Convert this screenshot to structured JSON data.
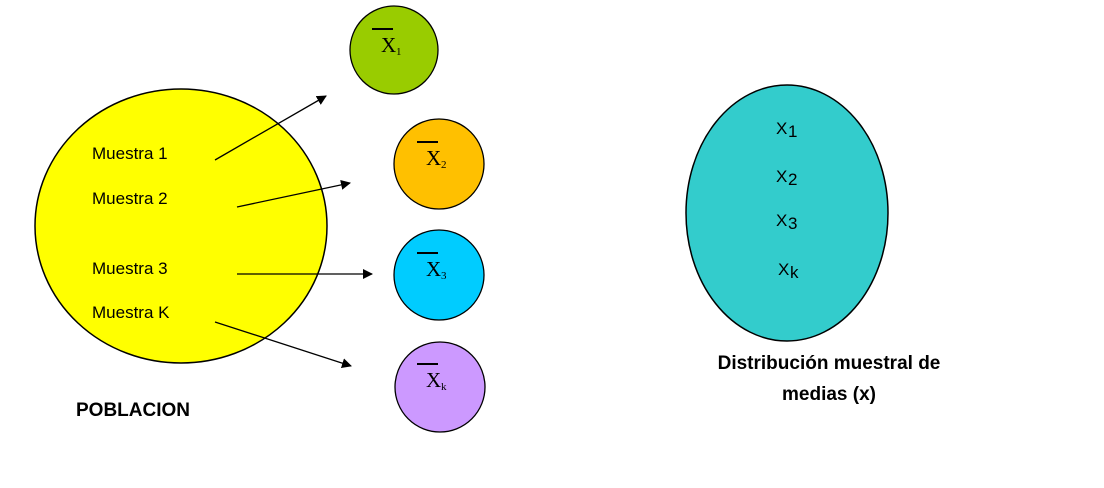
{
  "population": {
    "color": "#ffff00",
    "samples": [
      "Muestra 1",
      "Muestra 2",
      "Muestra 3",
      "Muestra K"
    ],
    "title": "POBLACION"
  },
  "sample_means": [
    {
      "symbol": "X",
      "subscript": "1",
      "color": "#99cc00"
    },
    {
      "symbol": "X",
      "subscript": "2",
      "color": "#ffc000"
    },
    {
      "symbol": "X",
      "subscript": "3",
      "color": "#00ccff"
    },
    {
      "symbol": "X",
      "subscript": "k",
      "color": "#cc99ff"
    }
  ],
  "distribution": {
    "color": "#33cccc",
    "items": [
      {
        "symbol": "X",
        "subscript": "1"
      },
      {
        "symbol": "X",
        "subscript": "2"
      },
      {
        "symbol": "X",
        "subscript": "3"
      },
      {
        "symbol": "X",
        "subscript": "k"
      }
    ],
    "caption_line1": "Distribución muestral de",
    "caption_line2": "medias (x)"
  }
}
